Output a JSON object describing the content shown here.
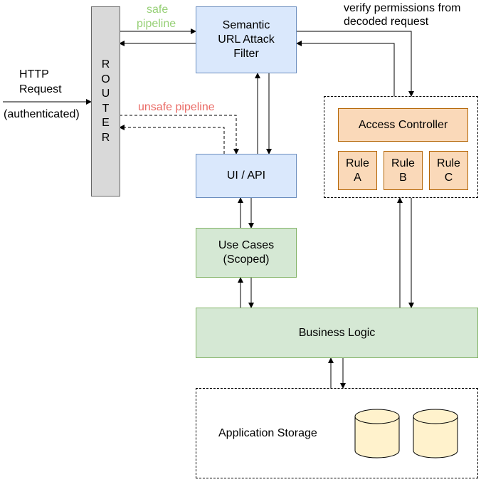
{
  "http_request": {
    "line1": "HTTP",
    "line2": "Request",
    "line3": "(authenticated)"
  },
  "router": {
    "letters": [
      "R",
      "O",
      "U",
      "T",
      "E",
      "R"
    ]
  },
  "pipelines": {
    "safe": {
      "line1": "safe",
      "line2": "pipeline",
      "color": "#97d077"
    },
    "unsafe": {
      "label": "unsafe pipeline",
      "color": "#ea6b66"
    }
  },
  "semantic_filter": {
    "label": "Semantic\nURL Attack\nFilter"
  },
  "verify_note": {
    "line1": "verify permissions from",
    "line2": "decoded request"
  },
  "access_controller": {
    "label": "Access Controller"
  },
  "rules": [
    {
      "label": "Rule\nA"
    },
    {
      "label": "Rule\nB"
    },
    {
      "label": "Rule\nC"
    }
  ],
  "ui_api": {
    "label": "UI / API"
  },
  "use_cases": {
    "label": "Use Cases\n(Scoped)"
  },
  "business_logic": {
    "label": "Business Logic"
  },
  "storage": {
    "label": "Application Storage",
    "cylinders": 2
  },
  "colors": {
    "blue_fill": "#dae8fc",
    "green_fill": "#d5e8d4",
    "orange_fill": "#fad9b9",
    "gray_fill": "#d9d9d9",
    "cylinder_fill": "#fff2cc"
  }
}
